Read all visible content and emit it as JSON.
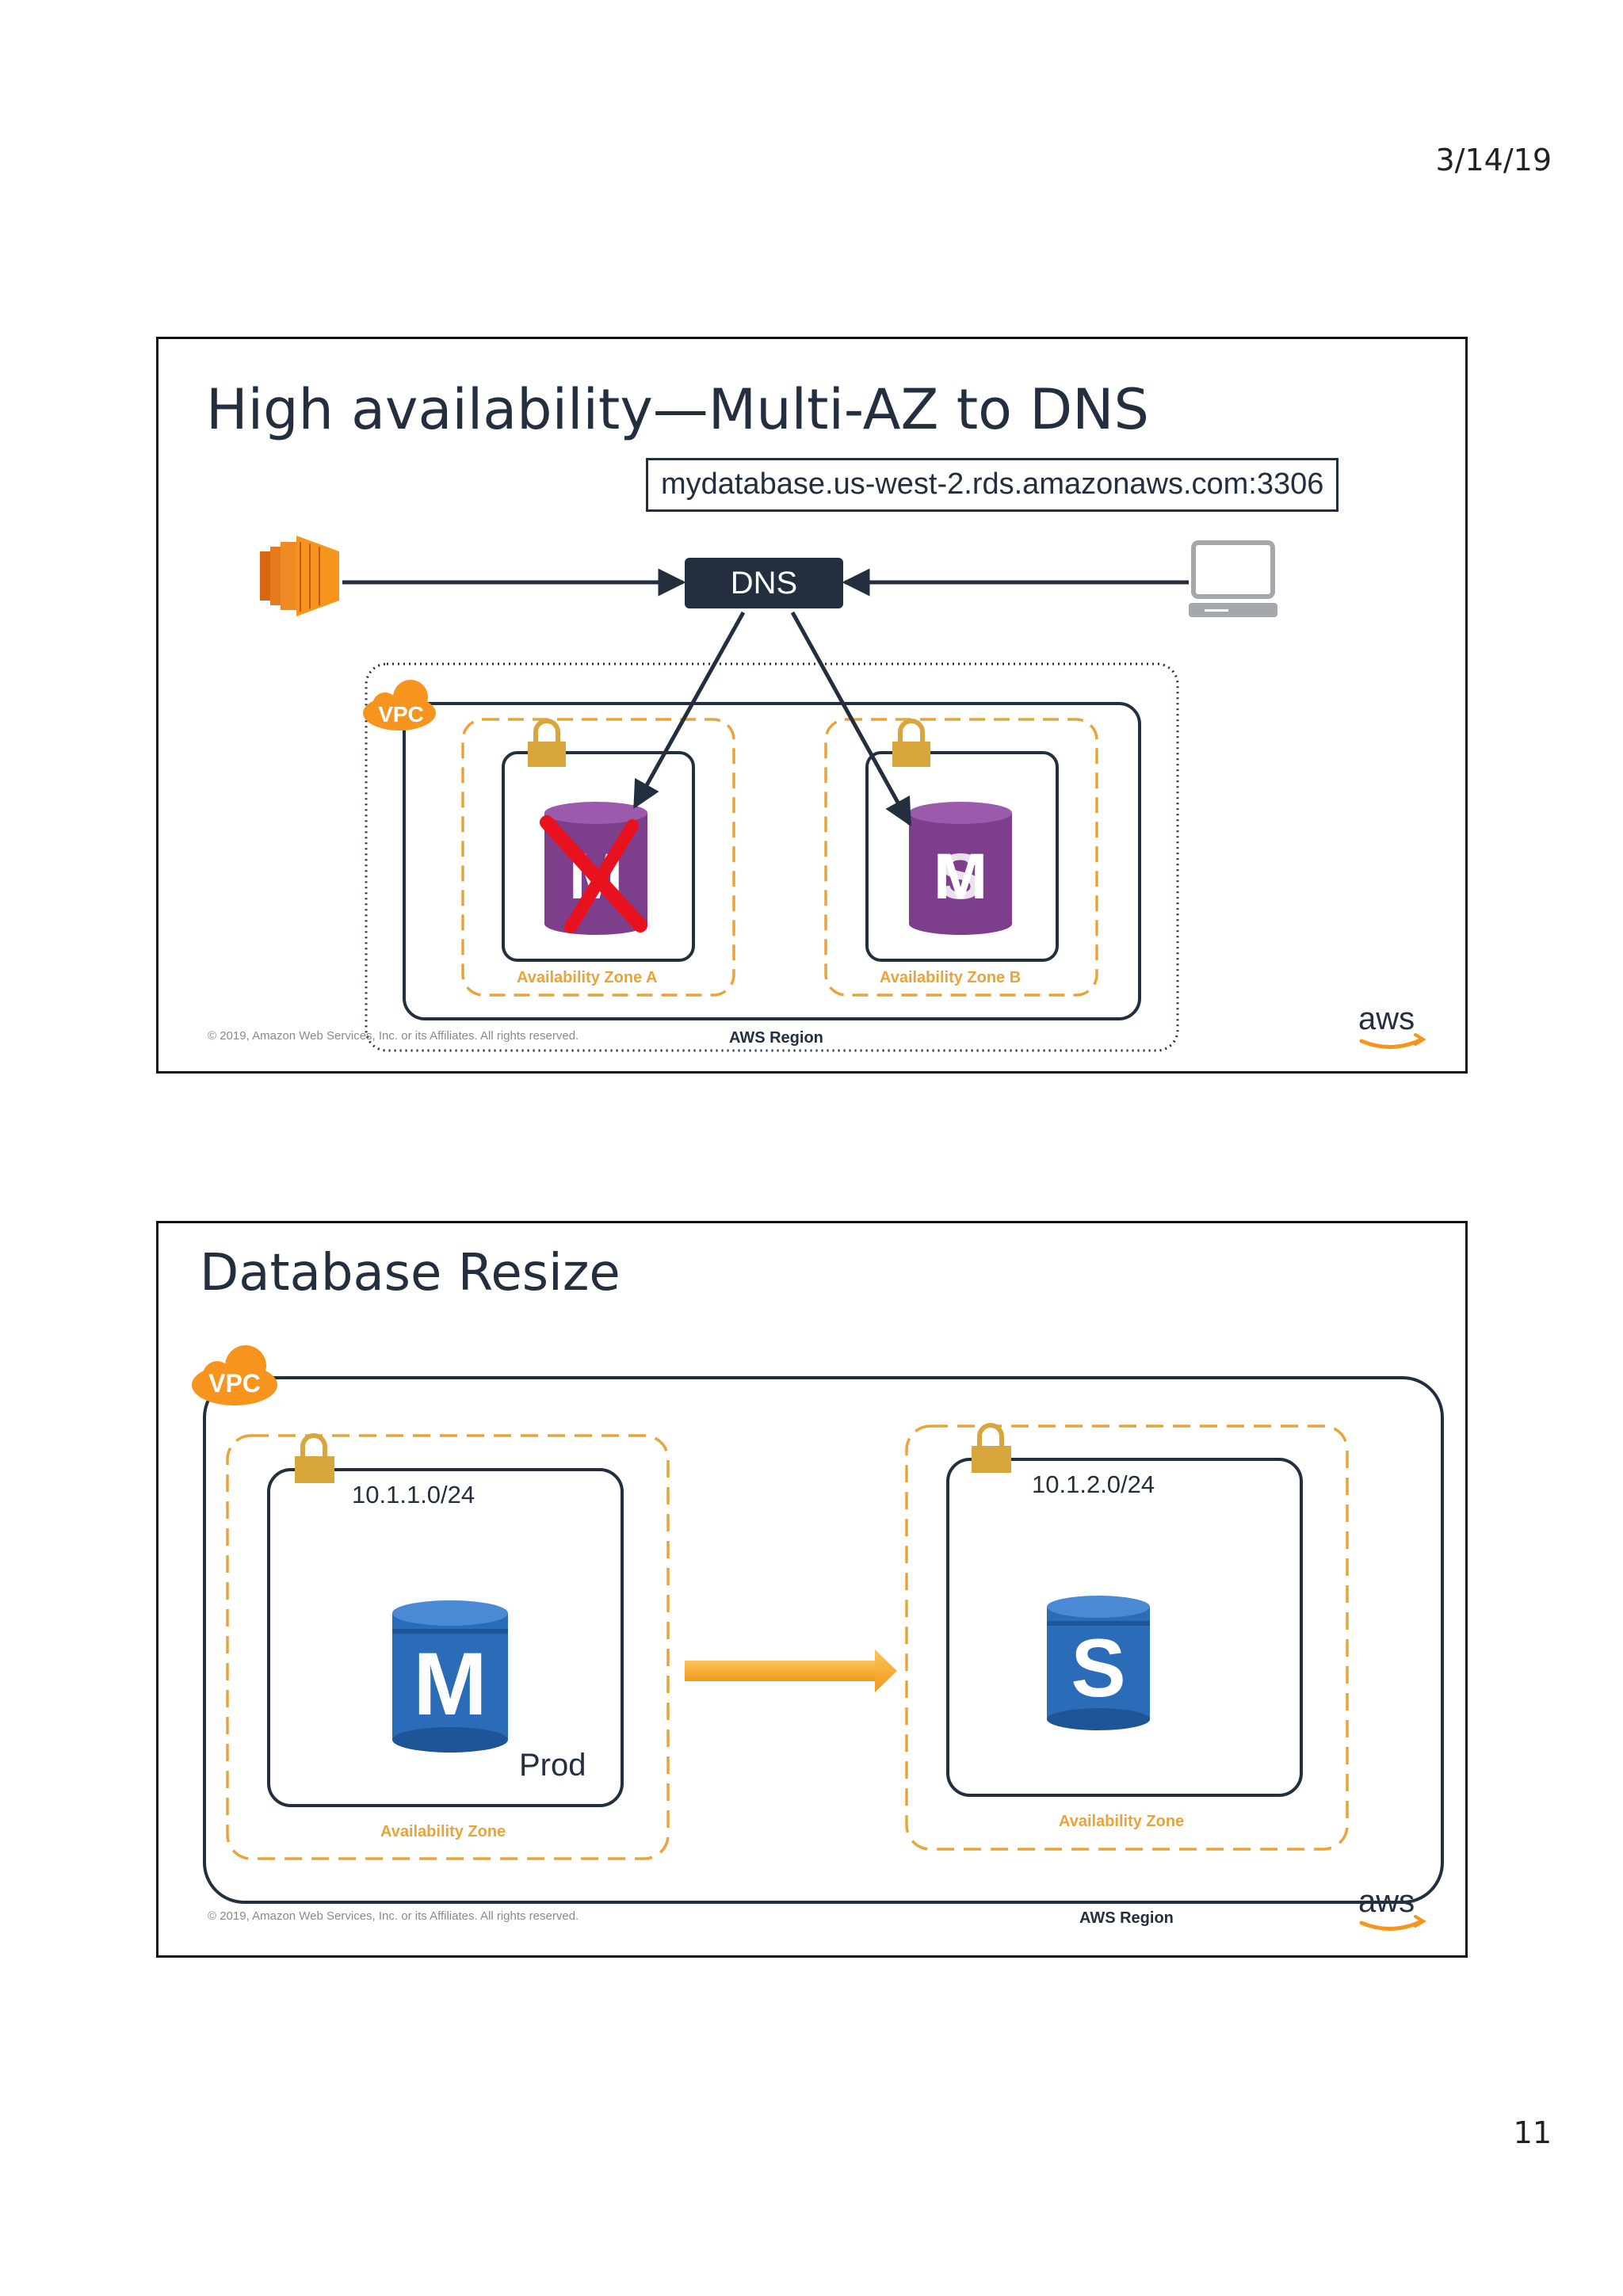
{
  "page": {
    "date": "3/14/19",
    "page_number": "11"
  },
  "slide1": {
    "title": "High availability—Multi-AZ to DNS",
    "endpoint": "mydatabase.us-west-2.rds.amazonaws.com:3306",
    "dns_label": "DNS",
    "vpc_label": "VPC",
    "az_a_label": "Availability Zone A",
    "az_b_label": "Availability Zone B",
    "region_label": "AWS Region",
    "copyright": "© 2019, Amazon Web Services, Inc. or its Affiliates. All rights reserved.",
    "logo_text": "aws",
    "icons": [
      "ec2-instance-icon",
      "client-laptop-icon",
      "rds-database-icon",
      "lock-icon",
      "failure-x-icon",
      "vpc-cloud-icon"
    ]
  },
  "slide2": {
    "title": "Database Resize",
    "vpc_label": "VPC",
    "subnet_left": "10.1.1.0/24",
    "subnet_right": "10.1.2.0/24",
    "db_master_letter": "M",
    "db_standby_letter": "S",
    "prod_label": "Prod",
    "az_left_label": "Availability Zone",
    "az_right_label": "Availability Zone",
    "region_label": "AWS Region",
    "copyright": "© 2019, Amazon Web Services, Inc. or its Affiliates. All rights reserved.",
    "logo_text": "aws"
  },
  "colors": {
    "dark": "#232f3e",
    "orange": "#e8a33a",
    "aws_orange": "#f7941e",
    "rds_purple": "#7d3f8c",
    "rds_blue": "#2b6cb8",
    "failure_red": "#e8121f",
    "lock_gold": "#d9a63e"
  }
}
